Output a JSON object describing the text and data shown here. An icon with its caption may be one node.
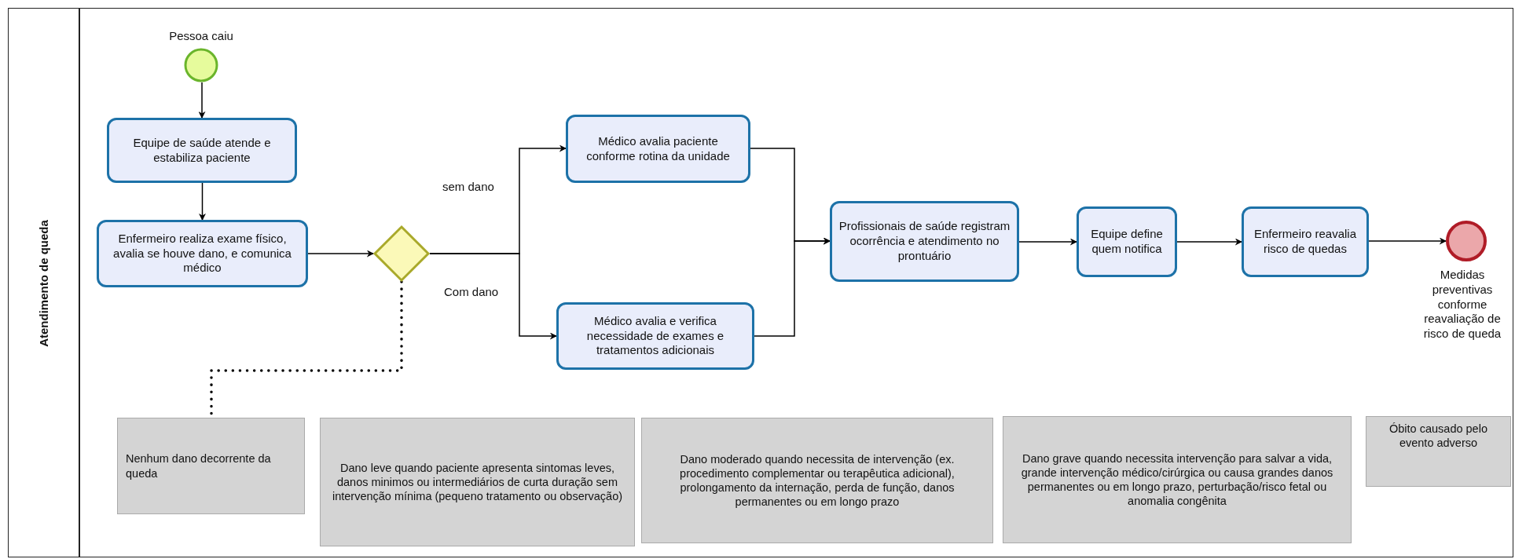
{
  "diagram": {
    "nodes": [
      {
        "text": [
          "Atendimento de queda"
        ]
      },
      {
        "text": [],
        "shape": "circle",
        "in": 0,
        "beside": [
          "Pessoa caiu"
        ]
      },
      {
        "text": [
          "Equipe de saúde atende e estabiliza paciente"
        ],
        "in": 0
      },
      {
        "text": [
          "Enfermeiro realiza exame físico, avalia se houve dano, e comunica médico"
        ],
        "in": 0
      },
      {
        "text": [],
        "shape": "diamond",
        "in": 0
      },
      {
        "text": [
          "Médico avalia paciente conforme rotina da unidade"
        ],
        "in": 0
      },
      {
        "text": [
          "Médico avalia e verifica necessidade de exames e tratamentos adicionais"
        ],
        "in": 0
      },
      {
        "text": [
          "Profissionais de saúde registram ocorrência e atendimento no prontuário"
        ],
        "in": 0
      },
      {
        "text": [
          "Equipe define quem notifica"
        ],
        "in": 0
      },
      {
        "text": [
          "Enfermeiro reavalia risco de quedas"
        ],
        "in": 0
      },
      {
        "text": [],
        "shape": "circle",
        "in": 0,
        "beside": [
          "Medidas preventivas conforme reavaliação de risco de queda"
        ]
      },
      {
        "text": [
          "Nenhum dano decorrente da queda"
        ],
        "in": 0
      },
      {
        "text": [
          "Dano leve quando paciente apresenta sintomas leves, danos minimos ou intermediários de curta  duração sem intervenção mínima (pequeno tratamento ou observação)"
        ],
        "in": 0
      },
      {
        "text": [
          "Dano moderado quando necessita de intervenção (ex. procedimento complementar ou terapêutica adicional), prolongamento da internação, perda de função, danos permanentes ou em longo prazo"
        ],
        "in": 0
      },
      {
        "text": [
          "Dano  grave quando necessita intervenção para salvar a vida, grande intervenção médico/cirúrgica ou causa grandes danos permanentes ou em longo prazo, perturbação/risco fetal ou anomalia congênita"
        ],
        "in": 0
      },
      {
        "text": [
          "Óbito causado pelo evento adverso"
        ],
        "in": 0
      }
    ],
    "edges": [
      {
        "from": 1,
        "to": 2,
        "arrow": "to"
      },
      {
        "from": 2,
        "to": 3,
        "arrow": "to"
      },
      {
        "from": 3,
        "to": 4,
        "arrow": "to"
      },
      {
        "from": 4,
        "to": 5,
        "arrow": "to",
        "label": "sem dano"
      },
      {
        "from": 4,
        "to": 6,
        "arrow": "to",
        "label": "Com dano"
      },
      {
        "from": 5,
        "to": 7,
        "arrow": "to"
      },
      {
        "from": 6,
        "to": 7,
        "arrow": "to"
      },
      {
        "from": 7,
        "to": 8,
        "arrow": "to"
      },
      {
        "from": 8,
        "to": 9,
        "arrow": "to"
      },
      {
        "from": 9,
        "to": 10,
        "arrow": "to"
      },
      {
        "from": 4,
        "to": 11,
        "arrow": "none",
        "style": "dashed"
      }
    ]
  }
}
